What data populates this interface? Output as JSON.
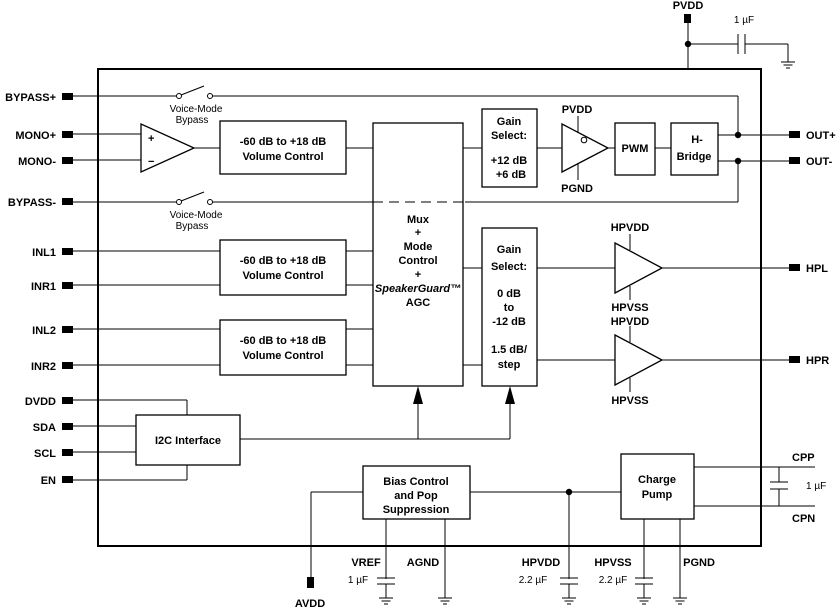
{
  "pins_left": {
    "bypass_p": "BYPASS+",
    "mono_p": "MONO+",
    "mono_m": "MONO-",
    "bypass_m": "BYPASS-",
    "inl1": "INL1",
    "inr1": "INR1",
    "inl2": "INL2",
    "inr2": "INR2",
    "dvdd": "DVDD",
    "sda": "SDA",
    "scl": "SCL",
    "en": "EN"
  },
  "pins_right": {
    "out_p": "OUT+",
    "out_m": "OUT-",
    "hpl": "HPL",
    "hpr": "HPR",
    "cpp": "CPP",
    "cpn": "CPN"
  },
  "pins_top": {
    "pvdd": "PVDD",
    "cap_pvdd": "1 µF"
  },
  "pins_bottom": {
    "vref": "VREF",
    "agnd": "AGND",
    "hpvdd": "HPVDD",
    "hpvss": "HPVSS",
    "pgnd": "PGND",
    "avdd": "AVDD",
    "cap_vref": "1 µF",
    "cap_hpvdd": "2.2 µF",
    "cap_hpvss": "2.2 µF",
    "cap_cp": "1 µF"
  },
  "switch_labels": {
    "top_1": "Voice-Mode",
    "top_2": "Bypass",
    "bot_1": "Voice-Mode",
    "bot_2": "Bypass"
  },
  "opamp": {
    "plus": "+",
    "minus": "−"
  },
  "volume": {
    "v1_line1": "-60 dB to +18 dB",
    "v1_line2": "Volume Control",
    "v2_line1": "-60 dB to +18 dB",
    "v2_line2": "Volume Control",
    "v3_line1": "-60 dB to +18 dB",
    "v3_line2": "Volume Control"
  },
  "mux": {
    "l1": "Mux",
    "l2": "+",
    "l3": "Mode",
    "l4": "Control",
    "l5": "+",
    "l6": "SpeakerGuard™",
    "l7": "AGC"
  },
  "gain_spk": {
    "l1": "Gain",
    "l2": "Select:",
    "l3": "+12 dB",
    "l4": "+6 dB"
  },
  "gain_hp": {
    "l1": "Gain",
    "l2": "Select:",
    "l3": "0 dB",
    "l4": "to",
    "l5": "-12 dB",
    "l6": "1.5 dB/",
    "l7": "step"
  },
  "spk_amp": {
    "pvdd": "PVDD",
    "pgnd": "PGND"
  },
  "pwm": "PWM",
  "hbridge": {
    "l1": "H-",
    "l2": "Bridge"
  },
  "hp_amp_l": {
    "top": "HPVDD",
    "bot": "HPVSS"
  },
  "hp_amp_r": {
    "top": "HPVDD",
    "bot": "HPVSS"
  },
  "i2c": "I2C Interface",
  "bias": {
    "l1": "Bias Control",
    "l2": "and Pop",
    "l3": "Suppression"
  },
  "charge_pump": {
    "l1": "Charge",
    "l2": "Pump"
  }
}
